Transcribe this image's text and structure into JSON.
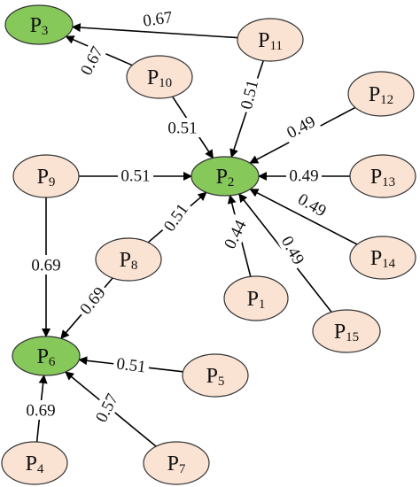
{
  "colors": {
    "primary_fill": "#86c95a",
    "secondary_fill": "#fbe3d3",
    "stroke": "#333333",
    "arrow": "#000000"
  },
  "nodes": [
    {
      "id": "P3",
      "prefix": "P",
      "sub": "3",
      "kind": "primary"
    },
    {
      "id": "P11",
      "prefix": "P",
      "sub": "11",
      "kind": "secondary"
    },
    {
      "id": "P10",
      "prefix": "P",
      "sub": "10",
      "kind": "secondary"
    },
    {
      "id": "P12",
      "prefix": "P",
      "sub": "12",
      "kind": "secondary"
    },
    {
      "id": "P9",
      "prefix": "P",
      "sub": "9",
      "kind": "secondary"
    },
    {
      "id": "P2",
      "prefix": "P",
      "sub": "2",
      "kind": "primary"
    },
    {
      "id": "P13",
      "prefix": "P",
      "sub": "13",
      "kind": "secondary"
    },
    {
      "id": "P8",
      "prefix": "P",
      "sub": "8",
      "kind": "secondary"
    },
    {
      "id": "P14",
      "prefix": "P",
      "sub": "14",
      "kind": "secondary"
    },
    {
      "id": "P1",
      "prefix": "P",
      "sub": "1",
      "kind": "secondary"
    },
    {
      "id": "P15",
      "prefix": "P",
      "sub": "15",
      "kind": "secondary"
    },
    {
      "id": "P6",
      "prefix": "P",
      "sub": "6",
      "kind": "primary"
    },
    {
      "id": "P5",
      "prefix": "P",
      "sub": "5",
      "kind": "secondary"
    },
    {
      "id": "P4",
      "prefix": "P",
      "sub": "4",
      "kind": "secondary"
    },
    {
      "id": "P7",
      "prefix": "P",
      "sub": "7",
      "kind": "secondary"
    }
  ],
  "edges": [
    {
      "from": "P11",
      "to": "P3",
      "label": "0.67"
    },
    {
      "from": "P10",
      "to": "P3",
      "label": "0.67"
    },
    {
      "from": "P10",
      "to": "P2",
      "label": "0.51"
    },
    {
      "from": "P11",
      "to": "P2",
      "label": "0.51"
    },
    {
      "from": "P12",
      "to": "P2",
      "label": "0.49"
    },
    {
      "from": "P13",
      "to": "P2",
      "label": "0.49"
    },
    {
      "from": "P14",
      "to": "P2",
      "label": "0.49"
    },
    {
      "from": "P15",
      "to": "P2",
      "label": "0.49"
    },
    {
      "from": "P1",
      "to": "P2",
      "label": "0.44"
    },
    {
      "from": "P8",
      "to": "P2",
      "label": "0.51"
    },
    {
      "from": "P9",
      "to": "P2",
      "label": "0.51"
    },
    {
      "from": "P9",
      "to": "P6",
      "label": "0.69"
    },
    {
      "from": "P8",
      "to": "P6",
      "label": "0.69"
    },
    {
      "from": "P5",
      "to": "P6",
      "label": "0.51"
    },
    {
      "from": "P4",
      "to": "P6",
      "label": "0.69"
    },
    {
      "from": "P7",
      "to": "P6",
      "label": "0.57"
    }
  ]
}
